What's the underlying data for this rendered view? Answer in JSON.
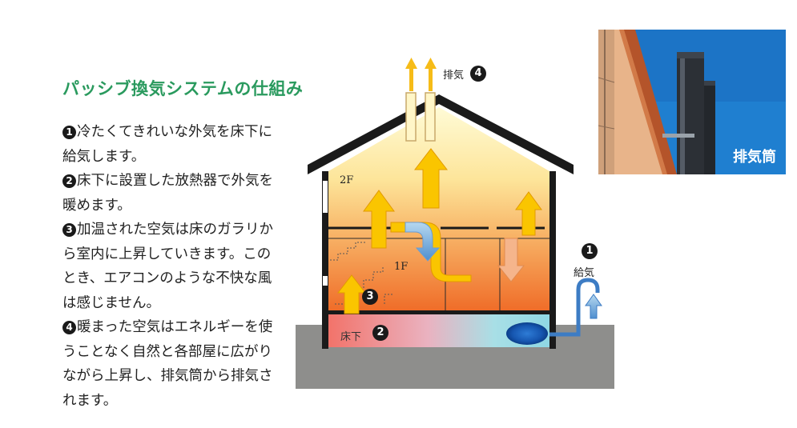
{
  "title": "パッシブ換気システムの仕組み",
  "steps": [
    {
      "num": "1",
      "text": "冷たくてきれいな外気を床下に給気します。"
    },
    {
      "num": "2",
      "text": "床下に設置した放熱器で外気を暖めます。"
    },
    {
      "num": "3",
      "text": "加温された空気は床のガラリから室内に上昇していきます。このとき、エアコンのような不快な風は感じません。"
    },
    {
      "num": "4",
      "text": "暖まった空気はエネルギーを使うことなく自然と各部屋に広がりながら上昇し、排気筒から排気されます。"
    }
  ],
  "diagram": {
    "exhaust_label": "排気",
    "exhaust_num": "4",
    "supply_label": "給気",
    "supply_num": "1",
    "floor2": "2F",
    "floor1": "1F",
    "underfloor_label": "床下",
    "underfloor_num": "2",
    "grille_num": "3"
  },
  "photo": {
    "label": "排気筒"
  }
}
